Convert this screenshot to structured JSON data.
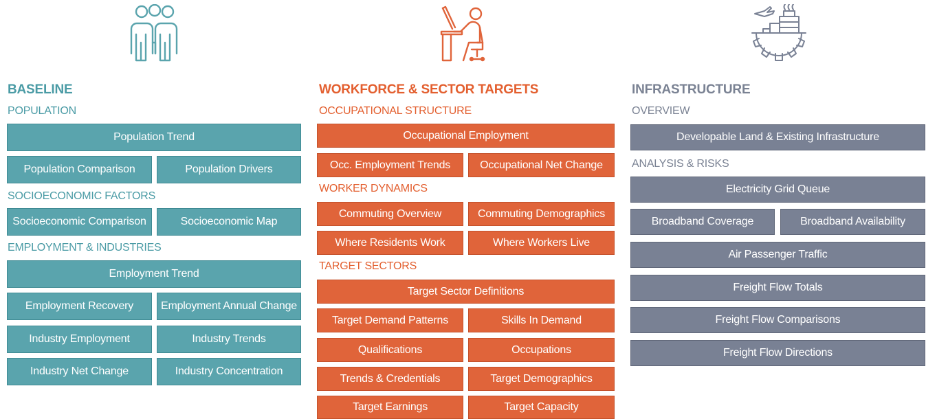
{
  "columns": {
    "baseline": {
      "title": "BASELINE",
      "color": "#5aa4ad",
      "icon": "people-icon",
      "sections": {
        "population": {
          "label": "POPULATION",
          "buttons": [
            "Population Trend",
            "Population Comparison",
            "Population Drivers"
          ]
        },
        "socioeconomic": {
          "label": "SOCIOECONOMIC FACTORS",
          "buttons": [
            "Socioeconomic Comparison",
            "Socioeconomic Map"
          ]
        },
        "employment": {
          "label": "EMPLOYMENT & INDUSTRIES",
          "buttons": [
            "Employment Trend",
            "Employment Recovery",
            "Employment Annual Change",
            "Industry Employment",
            "Industry Trends",
            "Industry Net Change",
            "Industry Concentration"
          ]
        }
      }
    },
    "workforce": {
      "title": "WORKFORCE & SECTOR TARGETS",
      "color": "#e0643a",
      "icon": "worker-at-desk-icon",
      "sections": {
        "occupational": {
          "label": "OCCUPATIONAL STRUCTURE",
          "buttons": [
            "Occupational Employment",
            "Occ. Employment Trends",
            "Occupational Net Change"
          ]
        },
        "dynamics": {
          "label": "WORKER DYNAMICS",
          "buttons": [
            "Commuting Overview",
            "Commuting Demographics",
            "Where Residents Work",
            "Where Workers Live"
          ]
        },
        "targets": {
          "label": "TARGET SECTORS",
          "buttons": [
            "Target Sector Definitions",
            "Target Demand Patterns",
            "Skills In Demand",
            "Qualifications",
            "Occupations",
            "Trends & Credentials",
            "Target Demographics",
            "Target Earnings",
            "Target Capacity"
          ]
        }
      }
    },
    "infrastructure": {
      "title": "INFRASTRUCTURE",
      "color": "#798194",
      "icon": "infrastructure-gear-icon",
      "sections": {
        "overview": {
          "label": "OVERVIEW",
          "buttons": [
            "Developable Land & Existing Infrastructure"
          ]
        },
        "analysis": {
          "label": "ANALYSIS & RISKS",
          "buttons": [
            "Electricity Grid Queue",
            "Broadband Coverage",
            "Broadband Availability",
            "Air Passenger Traffic",
            "Freight Flow Totals",
            "Freight Flow Comparisons",
            "Freight Flow Directions"
          ]
        }
      }
    }
  }
}
